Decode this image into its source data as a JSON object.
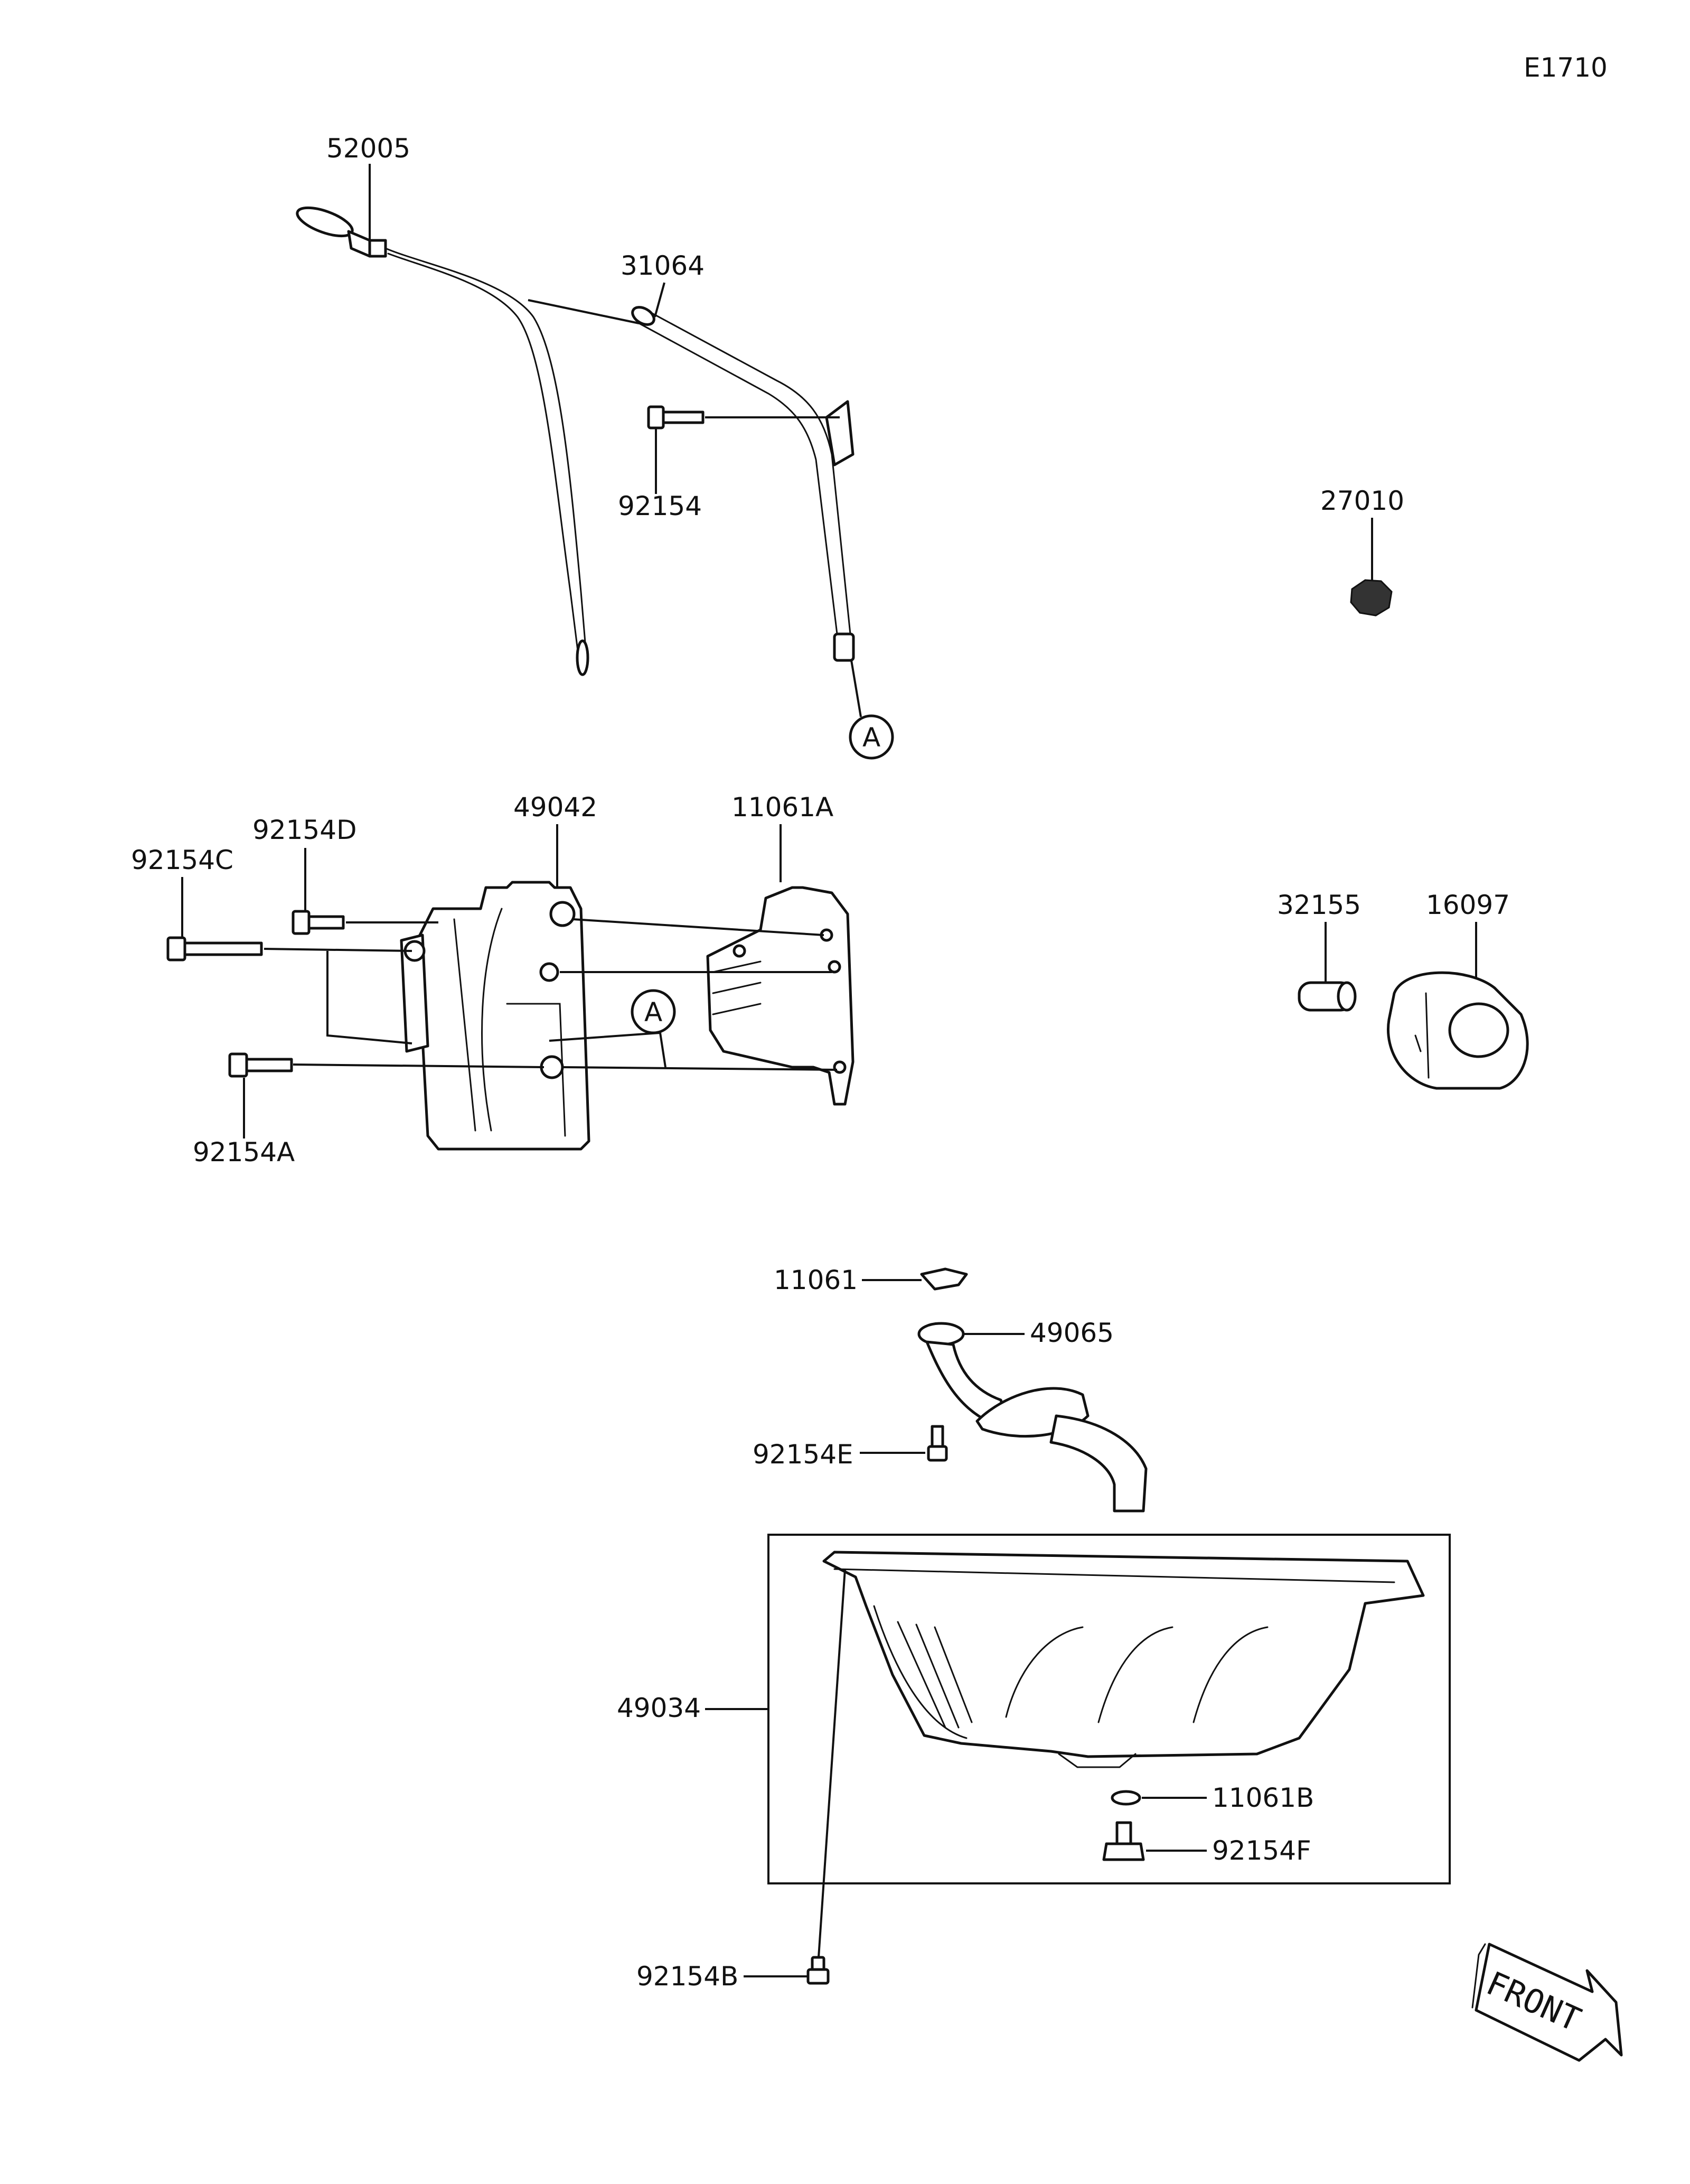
{
  "diagram_code": "E1710",
  "callouts": {
    "dipstick": "52005",
    "gauge_tube": "31064",
    "tube_bolt": "92154",
    "drain_plug_top": "27010",
    "pump_bolt_d": "92154D",
    "pump_bolt_c": "92154C",
    "pump_bolt_a": "92154A",
    "oil_pump": "49042",
    "pump_gasket": "11061A",
    "fitting": "32155",
    "oil_filter": "16097",
    "strainer_gasket": "11061",
    "strainer": "49065",
    "strainer_bolt": "92154E",
    "oil_pan": "49034",
    "drain_washer": "11061B",
    "drain_bolt": "92154F",
    "pan_bolt": "92154B"
  },
  "connector_mark": "A",
  "front_arrow": "FRONT"
}
